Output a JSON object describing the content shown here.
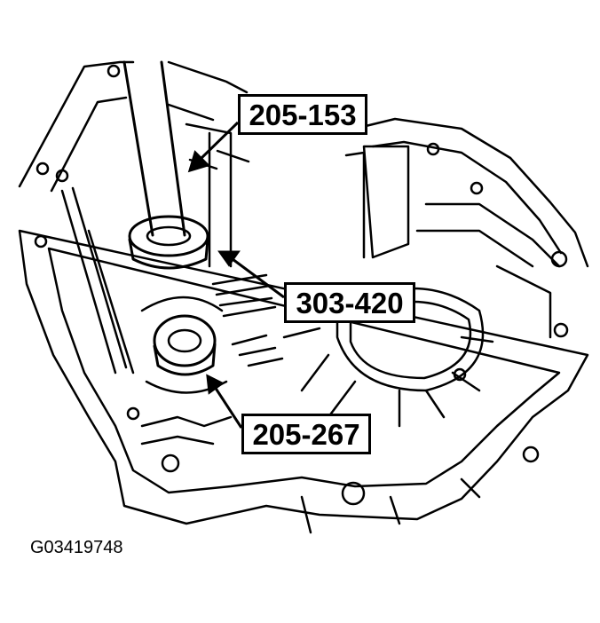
{
  "callouts": [
    {
      "label": "205-153"
    },
    {
      "label": "303-420"
    },
    {
      "label": "205-267"
    }
  ],
  "figure_id": "G03419748",
  "colors": {
    "line": "#000000",
    "background": "#ffffff"
  }
}
